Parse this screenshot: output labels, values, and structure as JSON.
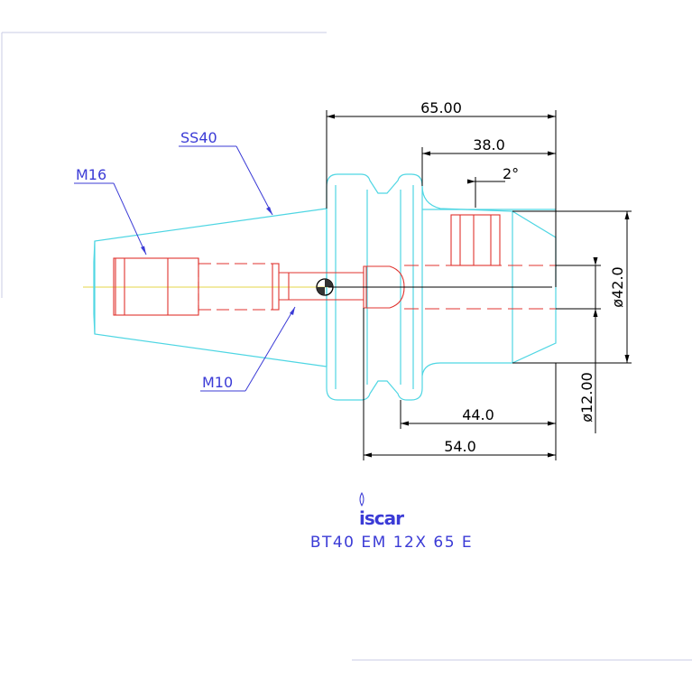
{
  "drawing": {
    "part_designation": "BT40 EM 12X 65 E",
    "brand_logo": "iscar",
    "colors": {
      "body_outline": "#4fd6e3",
      "hidden_features": "#e0332f",
      "dimensions": "#000000",
      "leaders": "#3b3bd6",
      "centerline": "#e6d64a"
    },
    "leader_labels": {
      "taper": "SS40",
      "thread_large": "M16",
      "thread_small": "M10"
    },
    "dimensions": {
      "overall_length": "65.00",
      "bore_depth": "38.0",
      "angle": "2°",
      "flange_diameter": "ø42.0",
      "bore_diameter": "ø12.00",
      "length_44": "44.0",
      "length_54": "54.0"
    }
  }
}
